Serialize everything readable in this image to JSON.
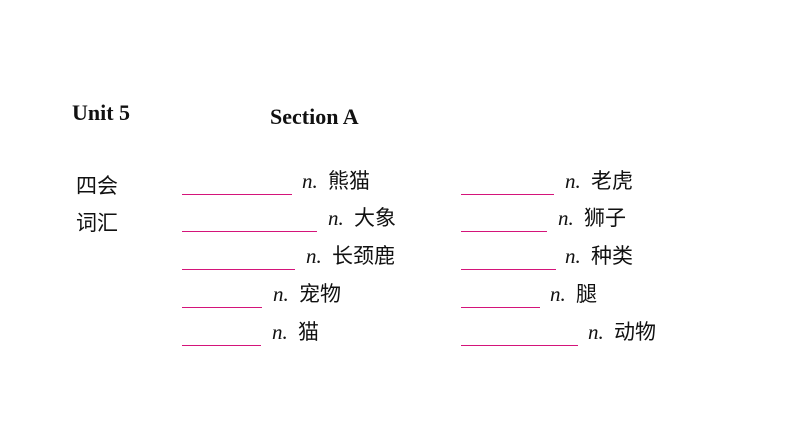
{
  "header": {
    "unit": "Unit 5",
    "section": "Section A"
  },
  "category": {
    "line1": "四会",
    "line2": "词汇"
  },
  "items": [
    {
      "pos": "n.",
      "meaning": "熊猫"
    },
    {
      "pos": "n.",
      "meaning": "大象"
    },
    {
      "pos": "n.",
      "meaning": "长颈鹿"
    },
    {
      "pos": "n.",
      "meaning": "宠物"
    },
    {
      "pos": "n.",
      "meaning": "猫"
    },
    {
      "pos": "n.",
      "meaning": "老虎"
    },
    {
      "pos": "n.",
      "meaning": "狮子"
    },
    {
      "pos": "n.",
      "meaning": "种类"
    },
    {
      "pos": "n.",
      "meaning": "腿"
    },
    {
      "pos": "n.",
      "meaning": "动物"
    }
  ]
}
